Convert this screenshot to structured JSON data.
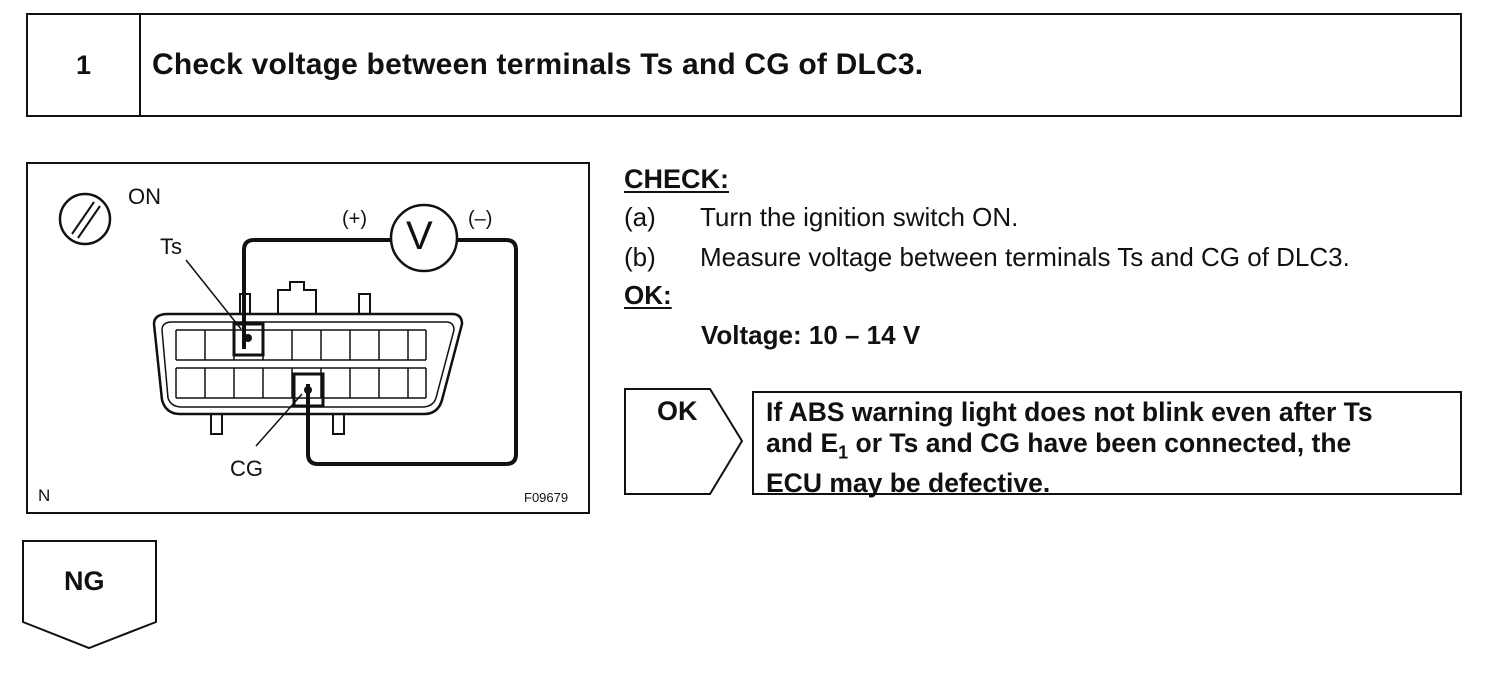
{
  "step": {
    "number": "1",
    "title": "Check voltage between terminals Ts and CG of DLC3."
  },
  "figure": {
    "switch_label": "ON",
    "ts_label": "Ts",
    "cg_label": "CG",
    "plus_label": "(+)",
    "minus_label": "(–)",
    "voltmeter_label": "V",
    "corner_label": "N",
    "figure_code": "F09679"
  },
  "check": {
    "heading": "CHECK:",
    "steps": [
      {
        "label": "(a)",
        "text": "Turn the ignition switch ON."
      },
      {
        "label": "(b)",
        "text": "Measure voltage between terminals Ts and CG of DLC3."
      }
    ],
    "ok_heading": "OK:",
    "ok_value": "Voltage: 10 – 14 V"
  },
  "result_ok": {
    "label": "OK",
    "line1": "If ABS warning light does not blink even after Ts",
    "line2_pre": "and E",
    "line2_sub": "1",
    "line2_post": " or Ts and CG have been connected, the",
    "line3": "ECU may be defective."
  },
  "result_ng": {
    "label": "NG"
  }
}
